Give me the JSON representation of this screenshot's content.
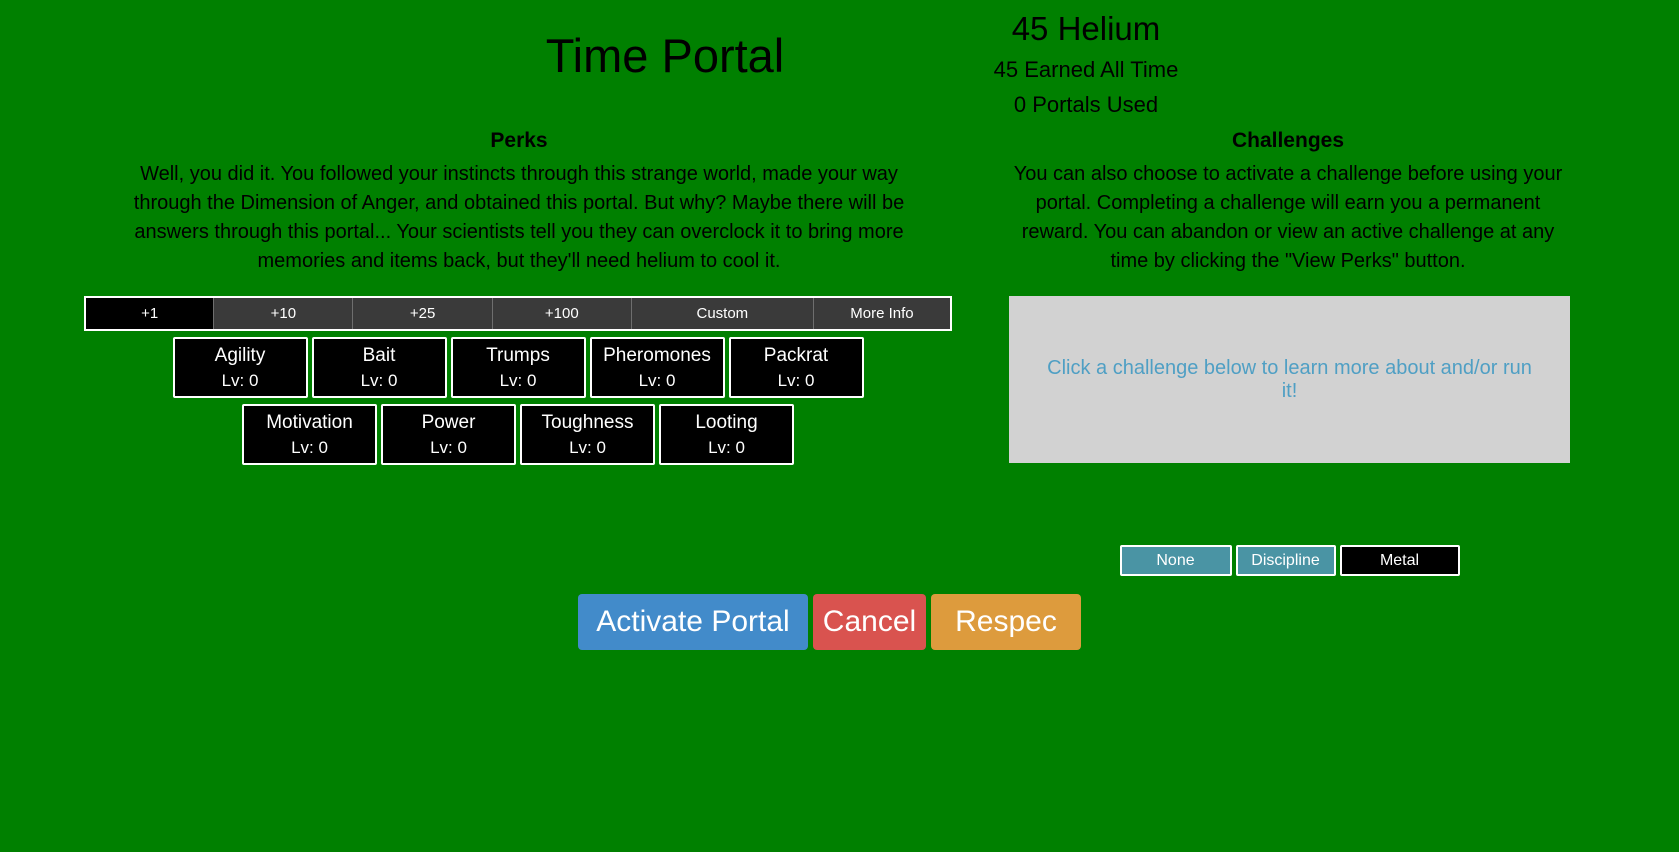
{
  "title": "Time Portal",
  "helium": {
    "current": "45 Helium",
    "earned_all_time": "45 Earned All Time",
    "portals_used": "0 Portals Used"
  },
  "perks": {
    "heading": "Perks",
    "description_lines": [
      "Well, you did it. You followed your instincts through this strange world, made your way",
      "through the Dimension of Anger, and obtained this portal. But why? Maybe there will be",
      "answers through this portal... Your scientists tell you they can overclock it to bring more",
      "memories and items back, but they'll need helium to cool it."
    ],
    "tabs": [
      {
        "label": "+1",
        "selected": true
      },
      {
        "label": "+10",
        "selected": false
      },
      {
        "label": "+25",
        "selected": false
      },
      {
        "label": "+100",
        "selected": false
      },
      {
        "label": "Custom",
        "selected": false
      },
      {
        "label": "More Info",
        "selected": false
      }
    ],
    "row1": [
      {
        "name": "Agility",
        "level": "Lv: 0"
      },
      {
        "name": "Bait",
        "level": "Lv: 0"
      },
      {
        "name": "Trumps",
        "level": "Lv: 0"
      },
      {
        "name": "Pheromones",
        "level": "Lv: 0"
      },
      {
        "name": "Packrat",
        "level": "Lv: 0"
      }
    ],
    "row2": [
      {
        "name": "Motivation",
        "level": "Lv: 0"
      },
      {
        "name": "Power",
        "level": "Lv: 0"
      },
      {
        "name": "Toughness",
        "level": "Lv: 0"
      },
      {
        "name": "Looting",
        "level": "Lv: 0"
      }
    ]
  },
  "challenges": {
    "heading": "Challenges",
    "description_lines": [
      "You can also choose to activate a challenge before using your",
      "portal. Completing a challenge will earn you a permanent",
      "reward. You can abandon or view an active challenge at any",
      "time by clicking the \"View Perks\" button."
    ],
    "panel_text": "Click a challenge below to learn more about and/or run it!",
    "buttons": [
      {
        "label": "None",
        "selected": false
      },
      {
        "label": "Discipline",
        "selected": false
      },
      {
        "label": "Metal",
        "selected": true
      }
    ]
  },
  "actions": {
    "activate": "Activate Portal",
    "cancel": "Cancel",
    "respec": "Respec"
  },
  "colors": {
    "background": "#008000",
    "tab_bar": "#3a3a3a",
    "selected": "#000000",
    "challenge_teal": "#4a94a4",
    "panel_gray": "#d2d2d2",
    "panel_link_blue": "#4f9fc4",
    "activate_blue": "#428bca",
    "cancel_red": "#d9534f",
    "respec_orange": "#dd9b3d"
  }
}
